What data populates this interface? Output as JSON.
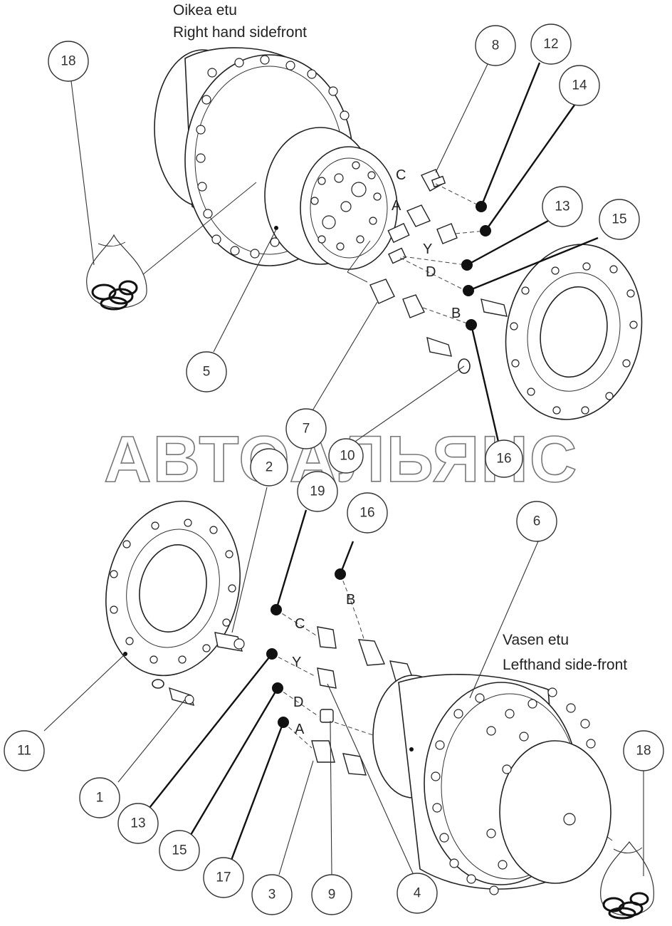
{
  "captions": {
    "right_fi": "Oikea etu",
    "right_en": "Right hand sidefront",
    "left_fi": "Vasen etu",
    "left_en": "Lefthand side-front"
  },
  "watermark": "АВТОАЛЬЯНС",
  "port_letters": {
    "upper": [
      "C",
      "A",
      "Y",
      "D",
      "B"
    ],
    "lower": [
      "B",
      "C",
      "Y",
      "D",
      "A"
    ]
  },
  "callouts": {
    "c18a": "18",
    "c8": "8",
    "c12": "12",
    "c14": "14",
    "c13a": "13",
    "c15a": "15",
    "c5": "5",
    "c7": "7",
    "c10": "10",
    "c16a": "16",
    "c2": "2",
    "c19": "19",
    "c16b": "16",
    "c6": "6",
    "c11": "11",
    "c1": "1",
    "c13b": "13",
    "c15b": "15",
    "c17": "17",
    "c3": "3",
    "c9": "9",
    "c4": "4",
    "c18b": "18"
  }
}
